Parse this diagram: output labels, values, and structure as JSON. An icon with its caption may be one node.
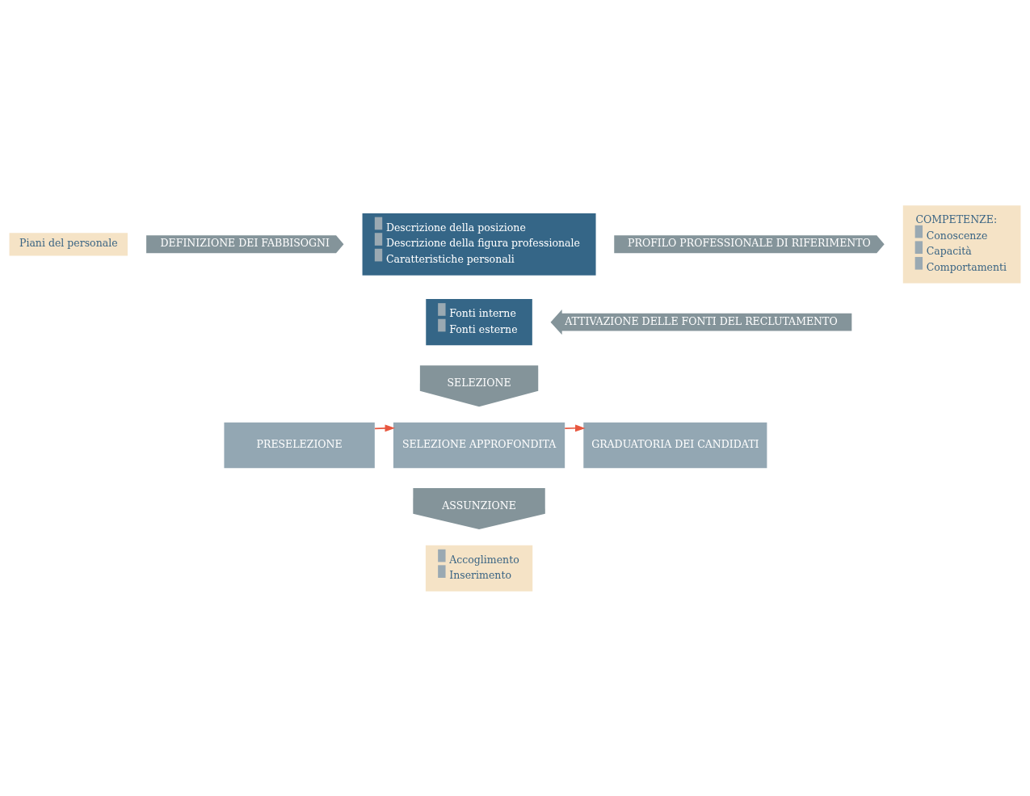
{
  "diagram": {
    "nodes": [
      {
        "text": [
          "Piani del personale"
        ]
      },
      {
        "text": [
          "DEFINIZIONE DEI FABBISOGNI"
        ]
      },
      {
        "text": [
          "Descrizione della posizione",
          "Descrizione della figura professionale",
          "Caratteristiche personali"
        ]
      },
      {
        "text": [
          "PROFILO PROFESSIONALE DI RIFERIMENTO"
        ]
      },
      {
        "text": [
          "COMPETENZE:",
          "Conoscenze",
          "Capacità",
          "Comportamenti"
        ]
      },
      {
        "text": [
          "Fonti interne",
          "Fonti esterne"
        ]
      },
      {
        "text": [
          "ATTIVAZIONE DELLE FONTI DEL RECLUTAMENTO"
        ]
      },
      {
        "text": [
          "SELEZIONE"
        ]
      },
      {
        "text": [
          "PRESELEZIONE"
        ]
      },
      {
        "text": [
          "SELEZIONE APPROFONDITA"
        ]
      },
      {
        "text": [
          "GRADUATORIA DEI CANDIDATI"
        ]
      },
      {
        "text": [
          "ASSUNZIONE"
        ]
      },
      {
        "text": [
          "Accoglimento",
          "Inserimento"
        ]
      }
    ],
    "edges": [
      {
        "from": 8,
        "to": 9,
        "arrow": "to"
      },
      {
        "from": 9,
        "to": 10,
        "arrow": "to"
      }
    ]
  }
}
